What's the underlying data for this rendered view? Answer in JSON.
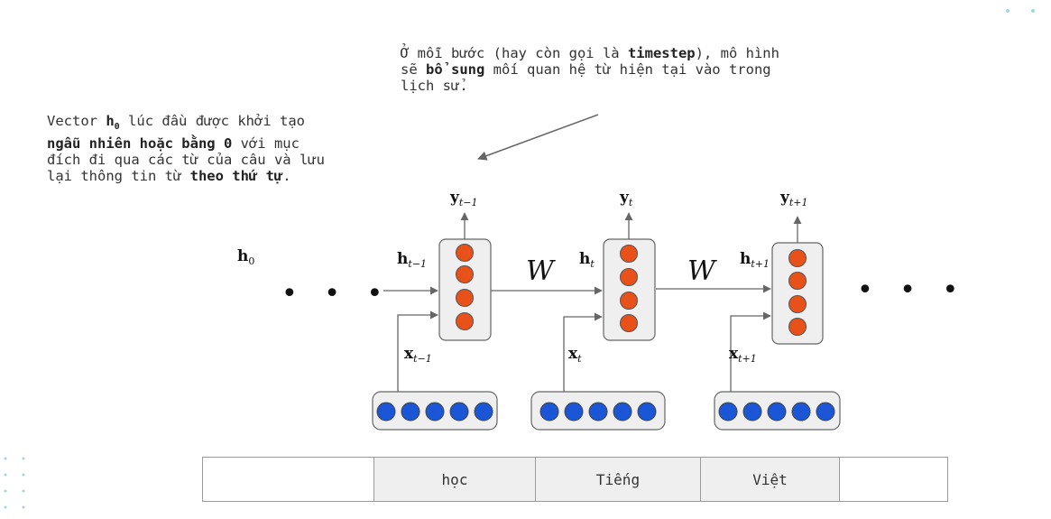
{
  "notes": {
    "top": {
      "p1": "Ở mỗi bước (hay còn gọi là ",
      "b1": "timestep",
      "p2": "), mô hình sẽ ",
      "b2": "bổ sung",
      "p3": " mối quan hệ từ hiện tại vào trong lịch sử."
    },
    "left": {
      "p1": "Vector ",
      "b_h": "h",
      "b_sub": "0",
      "p2": " lúc đầu được khởi tạo ",
      "b2": "ngẫu nhiên hoặc bằng 0",
      "p3": " với mục đích đi qua các từ của câu và lưu lại thông tin từ ",
      "b3": "theo thứ tự",
      "p4": "."
    }
  },
  "diagram": {
    "h0": {
      "base": "h",
      "sub": "0"
    },
    "ellipsis": "• • •",
    "weight": "W",
    "steps": [
      {
        "y": {
          "base": "y",
          "sub": "t−1"
        },
        "h": {
          "base": "h",
          "sub": "t−1"
        },
        "x": {
          "base": "x",
          "sub": "t−1"
        }
      },
      {
        "y": {
          "base": "y",
          "sub": "t"
        },
        "h": {
          "base": "h",
          "sub": "t"
        },
        "x": {
          "base": "x",
          "sub": "t"
        }
      },
      {
        "y": {
          "base": "y",
          "sub": "t+1"
        },
        "h": {
          "base": "h",
          "sub": "t+1"
        },
        "x": {
          "base": "x",
          "sub": "t+1"
        }
      }
    ],
    "colors": {
      "hidden_unit": "#e8521a",
      "input_unit": "#1a56d6",
      "box_fill": "#efefef",
      "box_stroke": "#666666",
      "arrow": "#666666"
    }
  },
  "word_table": [
    "",
    "học",
    "Tiếng",
    "Việt",
    ""
  ]
}
